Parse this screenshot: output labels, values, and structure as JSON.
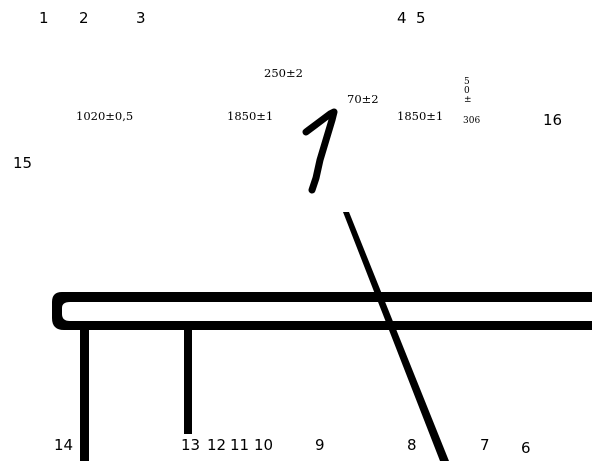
{
  "callouts": {
    "c1": "1",
    "c2": "2",
    "c3": "3",
    "c4": "4",
    "c5": "5",
    "c6": "6",
    "c7": "7",
    "c8": "8",
    "c9": "9",
    "c10": "10",
    "c11": "11",
    "c12": "12",
    "c13": "13",
    "c14": "14",
    "c15": "15",
    "c16": "16"
  },
  "dimensions": {
    "d_250": "250±2",
    "d_70": "70±2",
    "d_1020": "1020±0,5",
    "d_1850_left": "1850±1",
    "d_1850_right": "1850±1",
    "d_306": "306",
    "d_vertical_chars": [
      "5",
      "0",
      "±"
    ]
  },
  "colors": {
    "ink": "#000000",
    "paper": "#ffffff"
  }
}
